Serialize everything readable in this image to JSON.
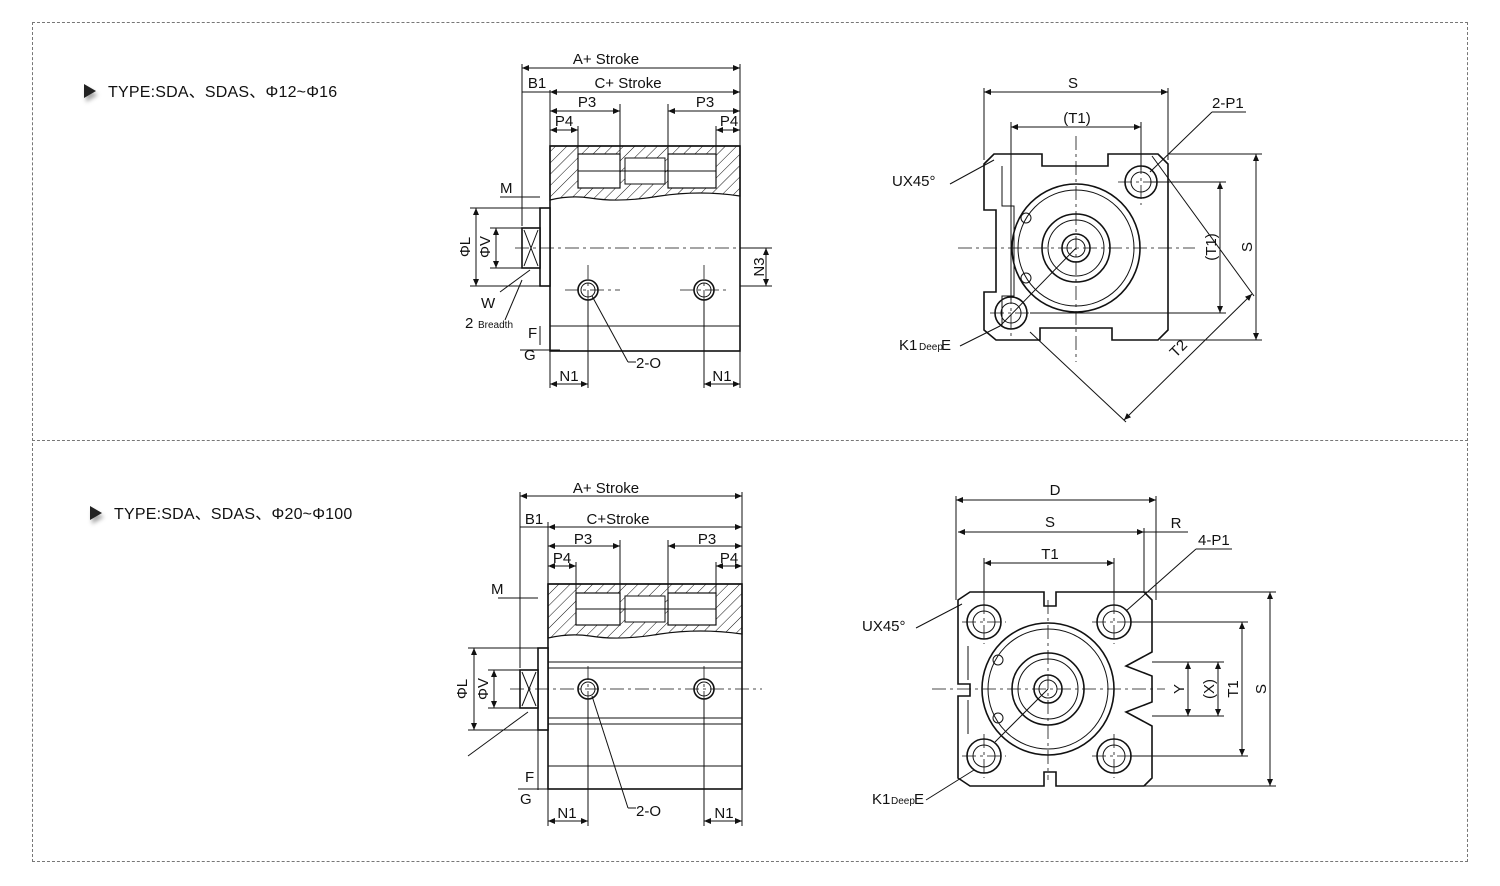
{
  "sections": [
    {
      "type_label": "TYPE:SDA、SDAS、Φ12~Φ16",
      "side_view": {
        "top_dim": "A+ Stroke",
        "b1": "B1",
        "c_dim": "C+ Stroke",
        "p3_left": "P3",
        "p3_right": "P3",
        "p4_left": "P4",
        "p4_right": "P4",
        "m": "M",
        "phi_l": "ΦL",
        "phi_v": "ΦV",
        "w": "W",
        "breadth_num": "2",
        "breadth_word": "Breadth",
        "f": "F",
        "g": "G",
        "n1_left": "N1",
        "n1_right": "N1",
        "ports": "2-O",
        "n3": "N3"
      },
      "end_view": {
        "s_top": "S",
        "t1_top": "(T1)",
        "p1": "2-P1",
        "ux": "UX45°",
        "t1_side": "(T1)",
        "s_side": "S",
        "t2": "T2",
        "k1": "K1",
        "deep": "Deep",
        "e": "E"
      }
    },
    {
      "type_label": "TYPE:SDA、SDAS、Φ20~Φ100",
      "side_view": {
        "top_dim": "A+ Stroke",
        "b1": "B1",
        "c_dim": "C+Stroke",
        "p3_left": "P3",
        "p3_right": "P3",
        "p4_left": "P4",
        "p4_right": "P4",
        "m": "M",
        "phi_l": "ΦL",
        "phi_v": "ΦV",
        "f": "F",
        "g": "G",
        "n1_left": "N1",
        "n1_right": "N1",
        "ports": "2-O"
      },
      "end_view": {
        "d": "D",
        "s_top": "S",
        "r": "R",
        "t1_top": "T1",
        "p1": "4-P1",
        "ux": "UX45°",
        "y": "Y",
        "x": "(X)",
        "t1_side": "T1",
        "s_side": "S",
        "k1": "K1",
        "deep": "Deep",
        "e": "E"
      }
    }
  ]
}
